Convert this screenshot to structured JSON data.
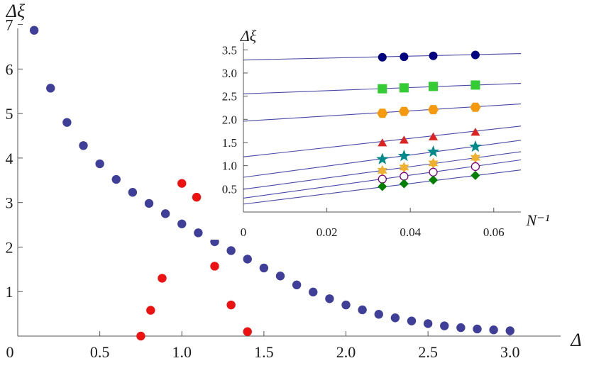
{
  "chart_data": [
    {
      "type": "scatter",
      "title": "",
      "xlabel": "Δ",
      "ylabel": "Δξ",
      "xlim": [
        0,
        3.2
      ],
      "ylim": [
        0,
        7.2
      ],
      "x_ticks": [
        0,
        0.5,
        1.0,
        1.5,
        2.0,
        2.5,
        3.0
      ],
      "x_tick_labels": [
        "0",
        "0.5",
        "1.0",
        "1.5",
        "2.0",
        "2.5",
        "3.0"
      ],
      "y_ticks": [
        1,
        2,
        3,
        4,
        5,
        6,
        7
      ],
      "y_tick_labels": [
        "1",
        "2",
        "3",
        "4",
        "5",
        "6",
        "7"
      ],
      "grid": false,
      "series": [
        {
          "color": "#3f3f9a",
          "marker": "circle",
          "x": [
            0.1,
            0.2,
            0.3,
            0.4,
            0.5,
            0.6,
            0.7,
            0.8,
            0.9,
            1.0,
            1.1,
            1.2,
            1.3,
            1.4,
            1.5,
            1.6,
            1.7,
            1.8,
            1.9,
            2.0,
            2.1,
            2.2,
            2.3,
            2.4,
            2.5,
            2.6,
            2.7,
            2.8,
            2.9,
            3.0
          ],
          "y": [
            6.87,
            5.57,
            4.8,
            4.28,
            3.87,
            3.52,
            3.23,
            2.98,
            2.75,
            2.52,
            2.32,
            2.12,
            1.92,
            1.73,
            1.53,
            1.35,
            1.15,
            0.99,
            0.84,
            0.7,
            0.59,
            0.49,
            0.41,
            0.34,
            0.28,
            0.23,
            0.19,
            0.16,
            0.14,
            0.12
          ]
        },
        {
          "color": "#ee1111",
          "marker": "circle",
          "x": [
            0.75,
            0.81,
            0.88,
            1.0,
            1.09,
            1.2,
            1.3,
            1.4
          ],
          "y": [
            0.0,
            0.58,
            1.3,
            3.43,
            3.12,
            1.57,
            0.7,
            0.1
          ]
        }
      ]
    },
    {
      "type": "scatter",
      "title": "",
      "xlabel": "N⁻¹",
      "ylabel": "Δξ",
      "xlim": [
        0,
        0.0665
      ],
      "ylim": [
        0,
        3.55
      ],
      "x_ticks": [
        0,
        0.02,
        0.04,
        0.06
      ],
      "x_tick_labels": [
        "0",
        "0.02",
        "0.04",
        "0.06"
      ],
      "y_ticks": [
        0.5,
        1.0,
        1.5,
        2.0,
        2.5,
        3.0,
        3.5
      ],
      "y_tick_labels": [
        "0.5",
        "1.0",
        "1.5",
        "2.0",
        "2.5",
        "3.0",
        "3.5"
      ],
      "grid": false,
      "x_points": [
        0.0333,
        0.0385,
        0.0455,
        0.0556
      ],
      "series": [
        {
          "marker": "circle",
          "color": "#000080",
          "y": [
            3.34,
            3.35,
            3.37,
            3.39
          ],
          "fit": {
            "intercept": 3.28,
            "slope": 2.1
          }
        },
        {
          "marker": "square",
          "color": "#33cc33",
          "y": [
            2.66,
            2.68,
            2.71,
            2.74
          ],
          "fit": {
            "intercept": 2.55,
            "slope": 3.4
          }
        },
        {
          "marker": "hexagon",
          "color": "#f59a0f",
          "y": [
            2.13,
            2.17,
            2.21,
            2.26
          ],
          "fit": {
            "intercept": 1.96,
            "slope": 5.6
          }
        },
        {
          "marker": "triangle",
          "color": "#dd2222",
          "y": [
            1.49,
            1.55,
            1.62,
            1.72
          ],
          "fit": {
            "intercept": 1.19,
            "slope": 10.0
          }
        },
        {
          "marker": "star",
          "color": "#008b8b",
          "y": [
            1.14,
            1.21,
            1.3,
            1.41
          ],
          "fit": {
            "intercept": 0.75,
            "slope": 12.0
          }
        },
        {
          "marker": "star6",
          "color": "#f0b030",
          "y": [
            0.89,
            0.96,
            1.05,
            1.17
          ],
          "fit": {
            "intercept": 0.49,
            "slope": 12.2
          }
        },
        {
          "marker": "open-circle",
          "color": "#800080",
          "y": [
            0.71,
            0.77,
            0.86,
            0.98
          ],
          "fit": {
            "intercept": 0.3,
            "slope": 12.4
          }
        },
        {
          "marker": "diamond",
          "color": "#008000",
          "y": [
            0.55,
            0.61,
            0.69,
            0.79
          ],
          "fit": {
            "intercept": 0.17,
            "slope": 11.1
          }
        }
      ]
    }
  ]
}
